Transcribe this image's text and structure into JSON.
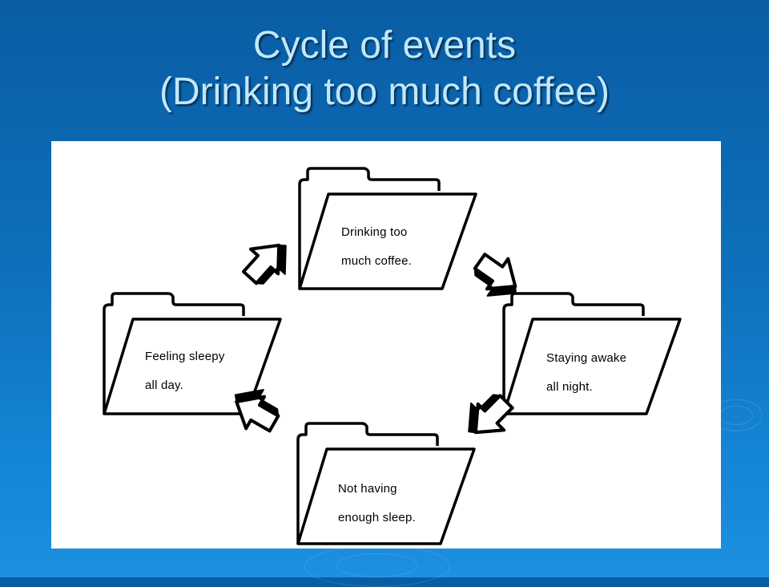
{
  "slide": {
    "title_line1": "Cycle of events",
    "title_line2": "(Drinking too much coffee)"
  },
  "diagram": {
    "nodes": [
      {
        "id": "drinking",
        "line1": "Drinking too",
        "line2": "much coffee."
      },
      {
        "id": "staying-awake",
        "line1": "Staying awake",
        "line2": "all night."
      },
      {
        "id": "not-enough-sleep",
        "line1": "Not having",
        "line2": "enough sleep."
      },
      {
        "id": "feeling-sleepy",
        "line1": "Feeling sleepy",
        "line2": "all day."
      }
    ],
    "edges": [
      {
        "from": "drinking",
        "to": "staying-awake"
      },
      {
        "from": "staying-awake",
        "to": "not-enough-sleep"
      },
      {
        "from": "not-enough-sleep",
        "to": "feeling-sleepy"
      },
      {
        "from": "feeling-sleepy",
        "to": "drinking"
      }
    ],
    "colors": {
      "stroke": "#000000",
      "fill": "#ffffff"
    }
  }
}
